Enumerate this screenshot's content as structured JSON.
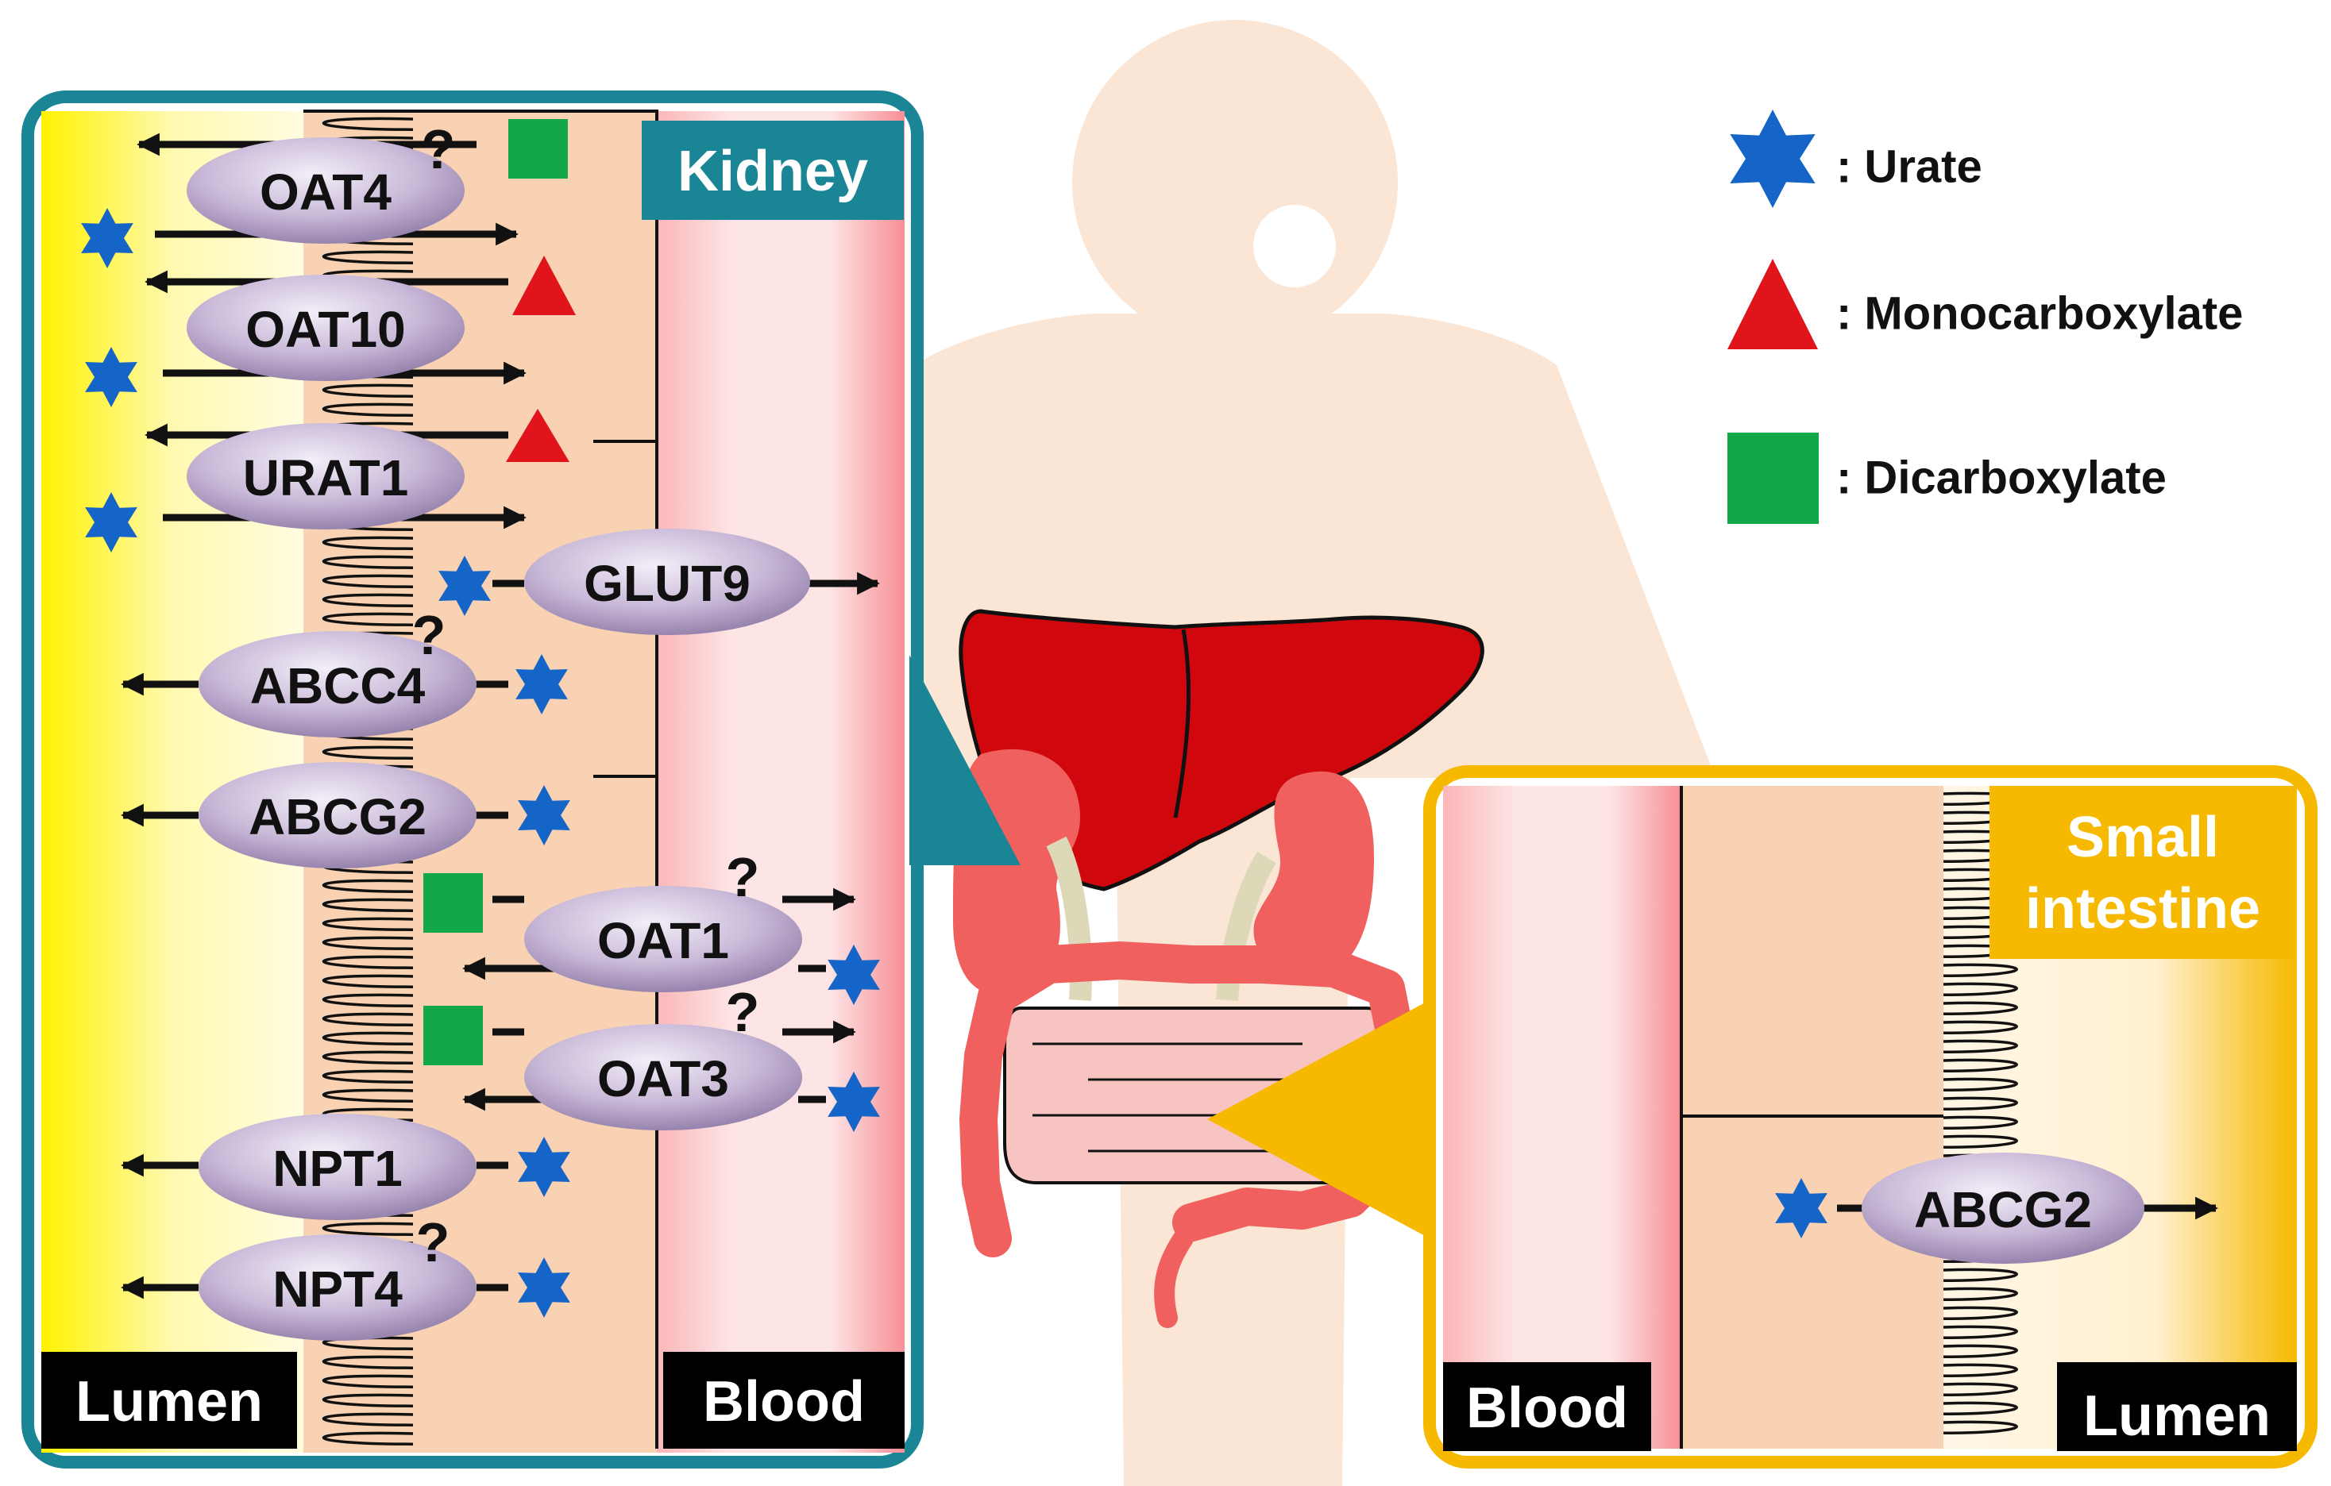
{
  "colors": {
    "urate": "#1565c8",
    "monocarboxylate": "#e0141a",
    "dicarboxylate": "#12a84a",
    "kidney_frame": "#1a8595",
    "intestine_frame": "#f6b900",
    "cell": "#f8d2b2",
    "silhouette": "#fbe6d6",
    "liver": "#d0080e",
    "organ_pink": "#f0605e",
    "transporter": "#c3b2d3"
  },
  "legend": [
    {
      "icon": "star",
      "label": ": Urate"
    },
    {
      "icon": "triangle",
      "label": ": Monocarboxylate"
    },
    {
      "icon": "square",
      "label": ": Dicarboxylate"
    }
  ],
  "kidney": {
    "title": "Kidney",
    "lumen_label": "Lumen",
    "blood_label": "Blood",
    "transporters": {
      "oat4": "OAT4",
      "oat10": "OAT10",
      "urat1": "URAT1",
      "glut9": "GLUT9",
      "abcc4": "ABCC4",
      "abcg2": "ABCG2",
      "oat1": "OAT1",
      "oat3": "OAT3",
      "npt1": "NPT1",
      "npt4": "NPT4"
    },
    "question_mark": "?"
  },
  "intestine": {
    "title_line1": "Small",
    "title_line2": "intestine",
    "blood_label": "Blood",
    "lumen_label": "Lumen",
    "transporter": "ABCG2"
  }
}
